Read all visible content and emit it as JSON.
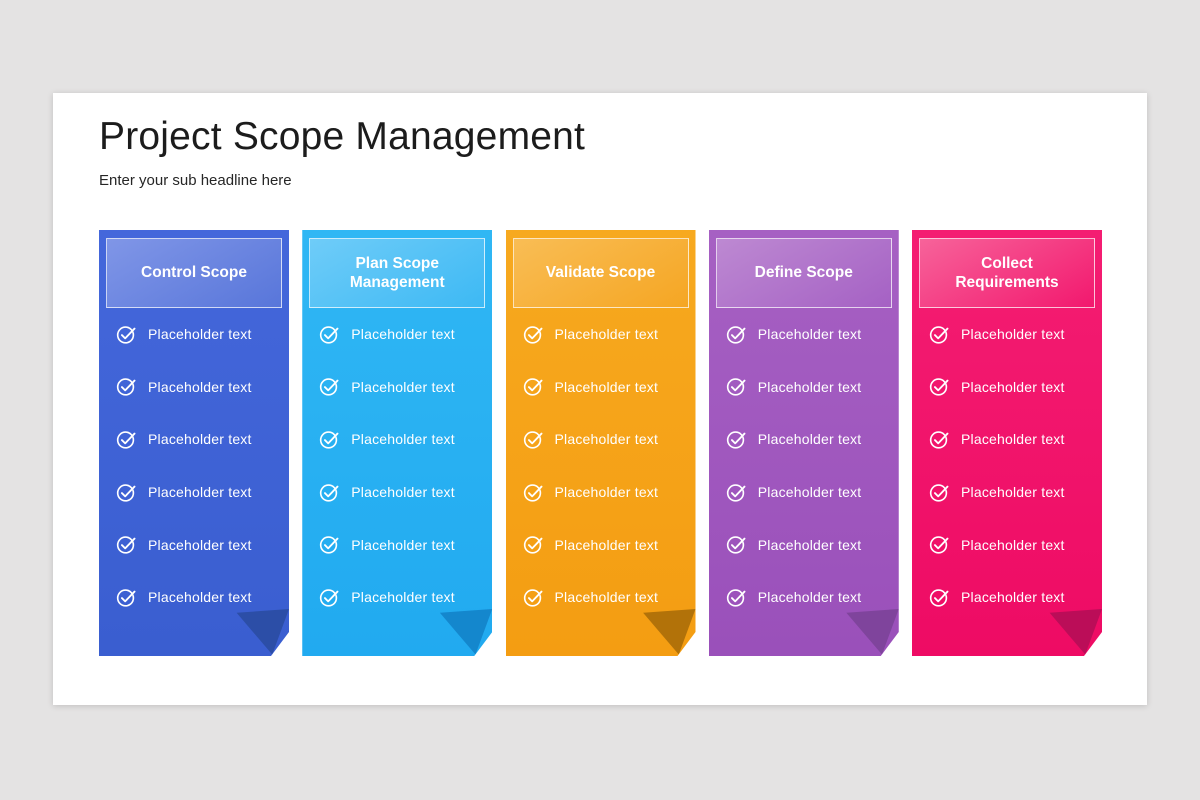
{
  "page": {
    "colors": {
      "background": "#e4e3e3",
      "card": "#ffffff"
    },
    "title": "Project Scope Management",
    "subtitle": "Enter your sub headline here"
  },
  "icons": {
    "item_bullet": "check-circle"
  },
  "columns": [
    {
      "title": "Control Scope",
      "colors": {
        "main_top": "#4467db",
        "main_bottom": "#3a5ed0",
        "fold": "#2c4ea7",
        "header_top": "#8096e7",
        "header_bottom": "#5876da"
      },
      "items": [
        "Placeholder text",
        "Placeholder text",
        "Placeholder text",
        "Placeholder text",
        "Placeholder text",
        "Placeholder text"
      ]
    },
    {
      "title": "Plan Scope Management",
      "colors": {
        "main_top": "#30b7f4",
        "main_bottom": "#21aaf0",
        "fold": "#1487cd",
        "header_top": "#6fccf8",
        "header_bottom": "#3db9f4"
      },
      "items": [
        "Placeholder text",
        "Placeholder text",
        "Placeholder text",
        "Placeholder text",
        "Placeholder text",
        "Placeholder text"
      ]
    },
    {
      "title": "Validate Scope",
      "colors": {
        "main_top": "#f7a91f",
        "main_bottom": "#f49d12",
        "fold": "#b27209",
        "header_top": "#f9bd55",
        "header_bottom": "#f5a623"
      },
      "items": [
        "Placeholder text",
        "Placeholder text",
        "Placeholder text",
        "Placeholder text",
        "Placeholder text",
        "Placeholder text"
      ]
    },
    {
      "title": "Define Scope",
      "colors": {
        "main_top": "#a660c3",
        "main_bottom": "#9a50ba",
        "fold": "#7f449c",
        "header_top": "#bd89d2",
        "header_bottom": "#a561c4"
      },
      "items": [
        "Placeholder text",
        "Placeholder text",
        "Placeholder text",
        "Placeholder text",
        "Placeholder text",
        "Placeholder text"
      ]
    },
    {
      "title": "Collect Requirements",
      "colors": {
        "main_top": "#f41d72",
        "main_bottom": "#ee0b64",
        "fold": "#bb0d58",
        "header_top": "#f7639a",
        "header_bottom": "#f2186e"
      },
      "items": [
        "Placeholder text",
        "Placeholder text",
        "Placeholder text",
        "Placeholder text",
        "Placeholder text",
        "Placeholder text"
      ]
    }
  ]
}
